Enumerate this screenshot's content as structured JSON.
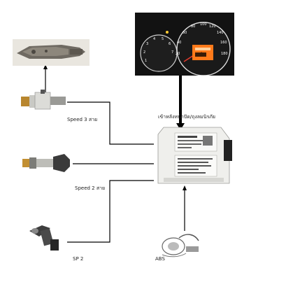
{
  "labels": {
    "speed3": "Speed 3 สาย",
    "speed2": "Speed 2 สาย",
    "sp2": "SP 2",
    "abs": "ABS",
    "ecu_caption": "เข้าหลังหน้าปัด/ถุงลมนิรภัย"
  },
  "dashboard": {
    "tach_ticks": [
      "1",
      "2",
      "3",
      "4",
      "5",
      "6",
      "7"
    ],
    "speedo_ticks": [
      "20",
      "40",
      "60",
      "80",
      "100",
      "120",
      "140",
      "160",
      "180"
    ],
    "display_value": "0"
  },
  "colors": {
    "wire": "#000000",
    "dash_bg": "#111111",
    "display": "#ff7a1a"
  }
}
